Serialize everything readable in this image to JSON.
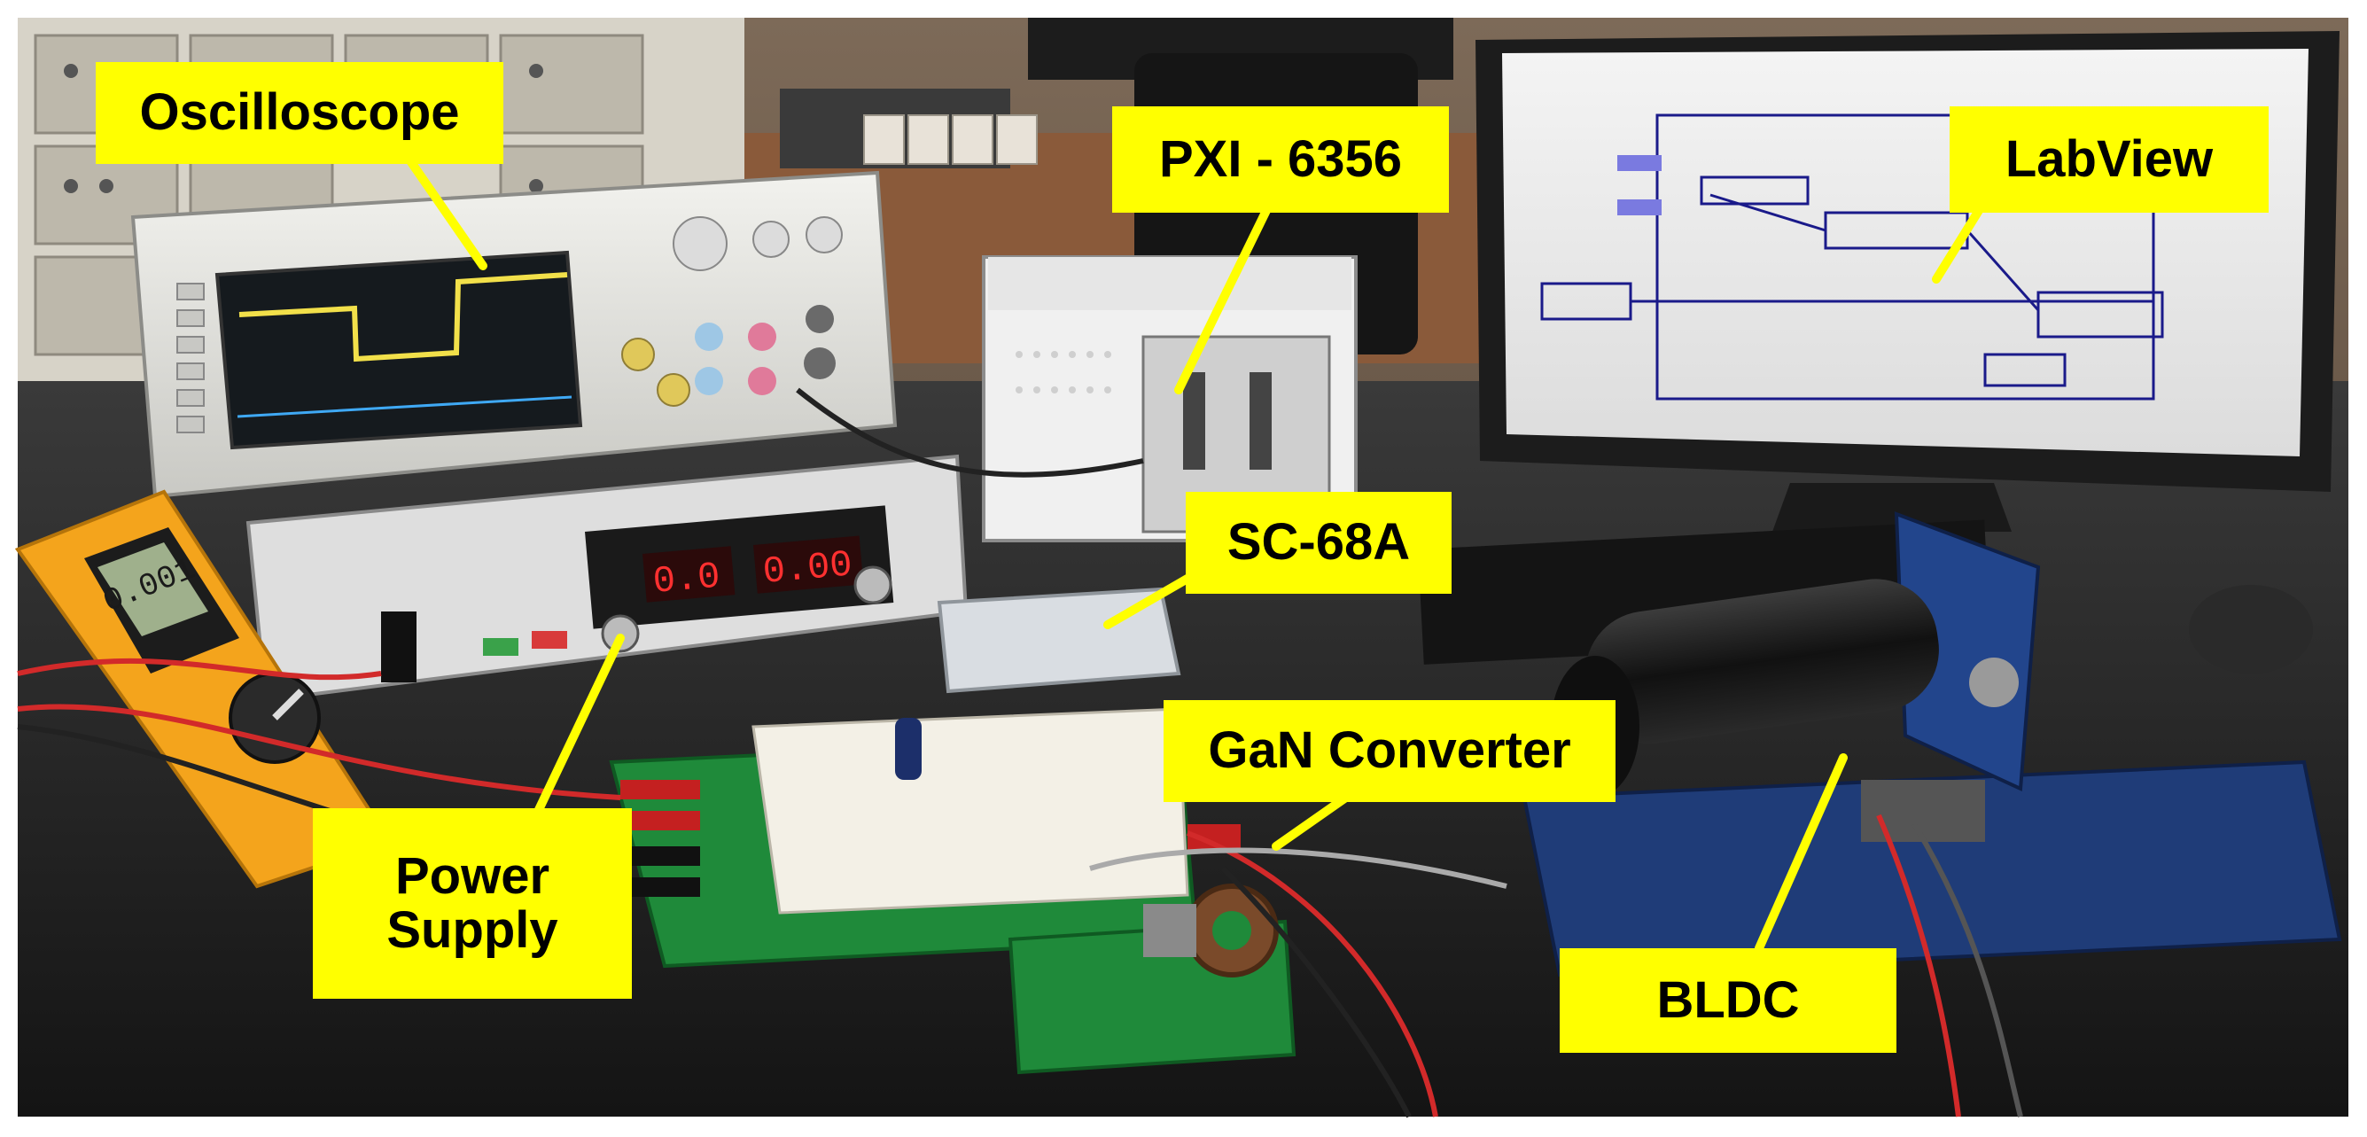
{
  "image": {
    "description_colors": {
      "callout_fill": "#ffff00",
      "callout_text": "#000000",
      "bench": "#2a2a2a",
      "wall": "#6b5a4a"
    }
  },
  "labels": {
    "oscilloscope": "Oscilloscope",
    "pxi": "PXI - 6356",
    "labview": "LabView",
    "sc68a": "SC-68A",
    "gan_converter": "GaN Converter",
    "power_supply": "Power Supply",
    "bldc": "BLDC"
  },
  "devices": {
    "psu_voltage_display": "0.0",
    "psu_current_display": "0.00",
    "multimeter_display": "0.001"
  }
}
